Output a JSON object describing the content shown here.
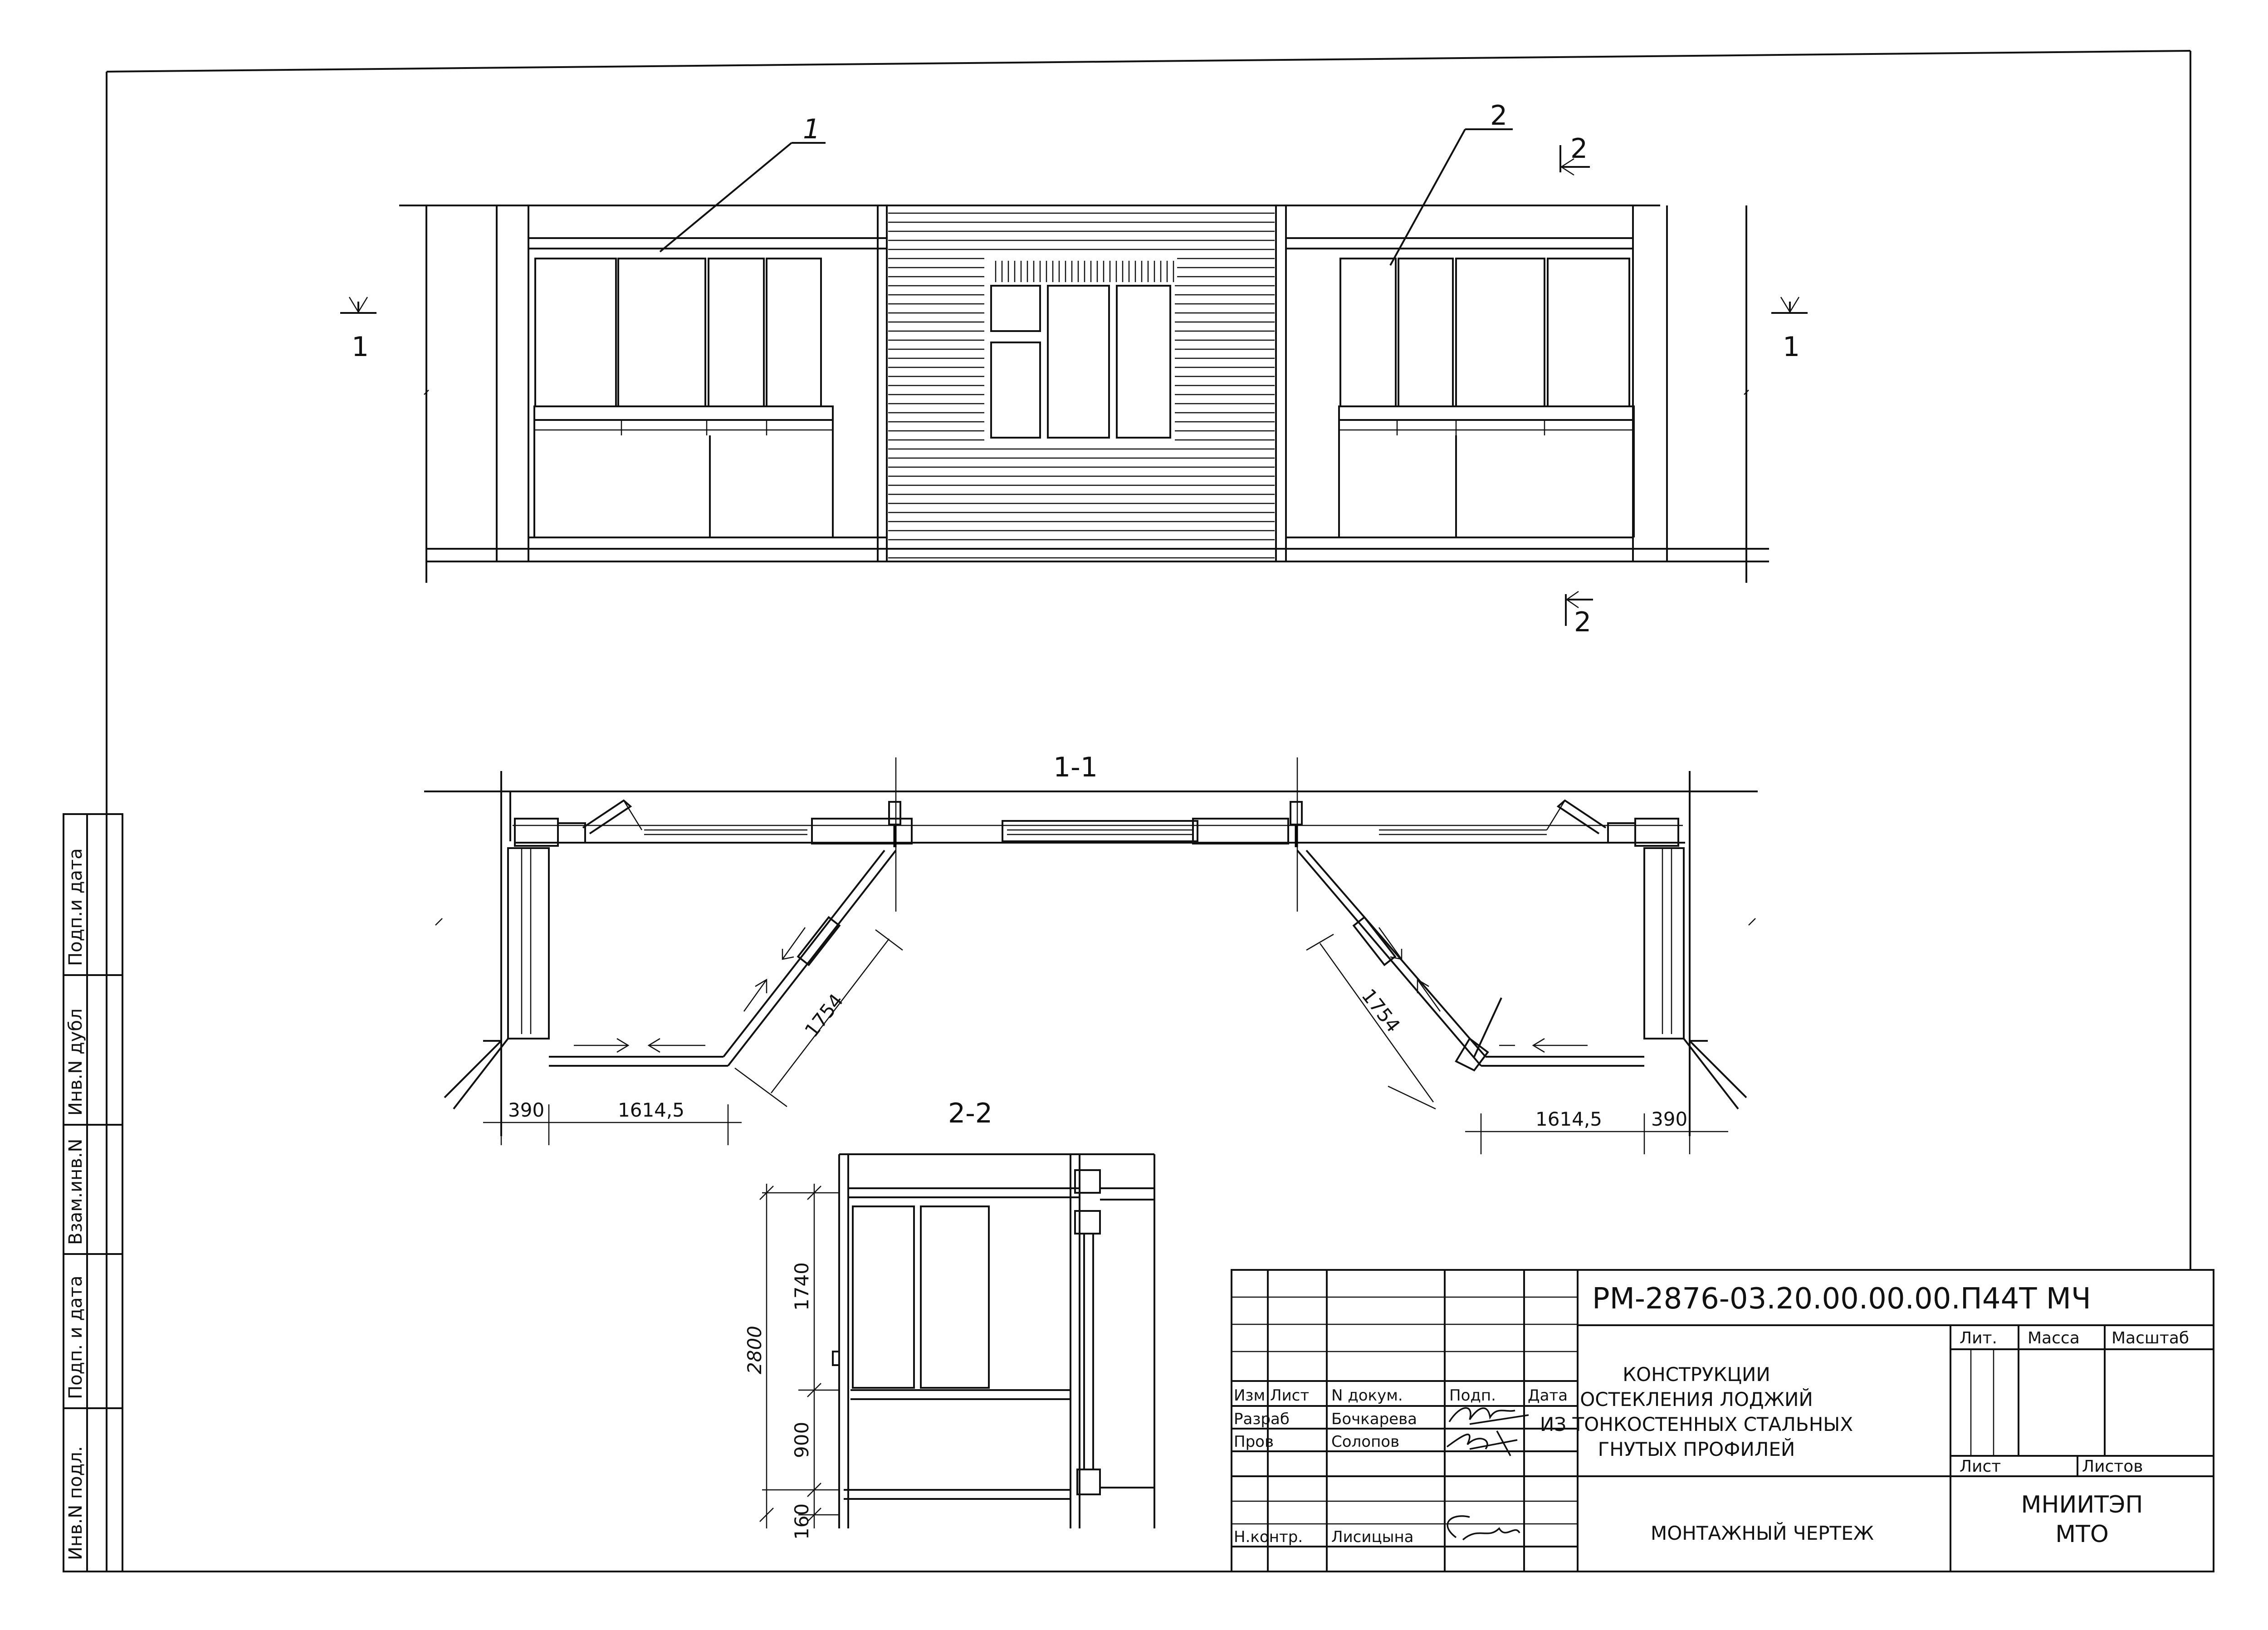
{
  "sheet": {
    "callouts": {
      "item1": "1",
      "item2": "2"
    },
    "cut_marks": {
      "section1_left": "1",
      "section1_right": "1",
      "section2_top": "2",
      "section2_bottom": "2"
    },
    "section_titles": {
      "section_1_1": "1-1",
      "section_2_2": "2-2"
    },
    "dimensions": {
      "left_390": "390",
      "left_1614": "1614,5",
      "left_diag": "1754",
      "right_diag": "1754",
      "right_1614": "1614,5",
      "right_390": "390",
      "v_1740": "1740",
      "v_900": "900",
      "v_160": "160",
      "v_total": "2800"
    },
    "side_stamp": [
      "Инв.N подл.",
      "Подп. и дата",
      "Взам.инв.N",
      "Инв.N дубл",
      "Подп.и дата"
    ],
    "title_block": {
      "code": "РМ-2876-03.20.00.00.00.П44Т МЧ",
      "name_lines": [
        "КОНСТРУКЦИИ",
        "ОСТЕКЛЕНИЯ ЛОДЖИЙ",
        "ИЗ ТОНКОСТЕННЫХ СТАЛЬНЫХ",
        "ГНУТЫХ ПРОФИЛЕЙ"
      ],
      "sheet_name": "МОНТАЖНЫЙ ЧЕРТЕЖ",
      "org_lines": [
        "МНИИТЭП",
        "МТО"
      ],
      "header_cols": [
        "Изм",
        "Лист",
        "N докум.",
        "Подп.",
        "Дата"
      ],
      "rows": [
        {
          "role": "Разраб",
          "name": "Бочкарева"
        },
        {
          "role": "Пров",
          "name": "Солопов"
        },
        {
          "role": "Н.контр.",
          "name": "Лисицына"
        }
      ],
      "lit_label": "Лит.",
      "mass_label": "Масса",
      "scale_label": "Масштаб",
      "sheet_label": "Лист",
      "sheets_label": "Листов"
    }
  }
}
